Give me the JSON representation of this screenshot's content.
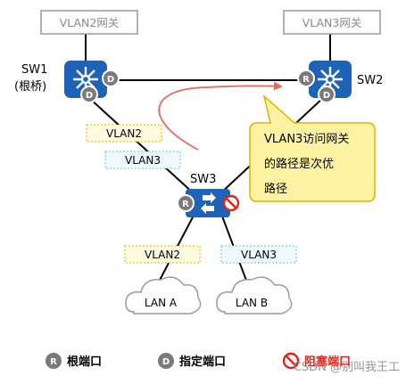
{
  "gateways": {
    "vlan2": "VLAN2网关",
    "vlan3": "VLAN3网关"
  },
  "switches": {
    "sw1": {
      "name": "SW1",
      "role": "(根桥)"
    },
    "sw2": {
      "name": "SW2"
    },
    "sw3": {
      "name": "SW3"
    }
  },
  "port_letters": {
    "root": "R",
    "designated": "D"
  },
  "vlan_tags": {
    "upper_vlan2": "VLAN2",
    "upper_vlan3": "VLAN3",
    "lower_vlan2": "VLAN2",
    "lower_vlan3": "VLAN3"
  },
  "callout": {
    "line1": "VLAN3访问网关",
    "line2": "的路径是次优",
    "line3": "路径"
  },
  "lans": {
    "a": "LAN A",
    "b": "LAN B"
  },
  "legend": {
    "root": "根端口",
    "designated": "指定端口",
    "blocked": "阻塞端口"
  },
  "watermark": "CSDN @别叫我王工",
  "colors": {
    "switch_blue": "#1f63b8",
    "vlan2_border": "#f0c419",
    "vlan2_fill": "#fffbe0",
    "vlan3_border": "#7fd0ec",
    "vlan3_fill": "#eef8fd",
    "callout_fill": "#fff3a3",
    "callout_border": "#e0b000",
    "path_arrow": "#e56a5a",
    "blocked_red": "#e0241b",
    "port_gray": "#7a7a7a"
  }
}
